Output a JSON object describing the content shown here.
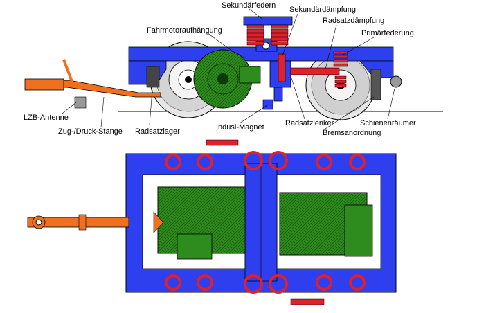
{
  "labels": {
    "sekundaerfedern": "Sekundärfedern",
    "sekundaerdaempfung": "Sekundärdämpfung",
    "fahrmotoraufhaengung": "Fahrmotoraufhängung",
    "radsatzdaempfung": "Radsatzdämpfung",
    "primaerfederung": "Primärfederung",
    "lzb_antenne": "LZB-Antenne",
    "zug_druck_stange": "Zug-/Druck-Stange",
    "radsatzlager": "Radsatzlager",
    "indusi_magnet": "Indusi-Magnet",
    "radsatzlenker": "Radsatzlenker",
    "schienenraeumer": "Schienenräumer",
    "bremsanordnung": "Bremsanordnung"
  },
  "colors": {
    "frame_blue": "#2e3ff0",
    "motor_green": "#2e8b1e",
    "spring_red": "#e0202a",
    "rod_orange": "#f07020",
    "wheel_gray": "#c8c8c8",
    "outline": "#000000"
  },
  "icons": {
    "side_view": "bogie-side-view",
    "top_view": "bogie-top-view"
  }
}
